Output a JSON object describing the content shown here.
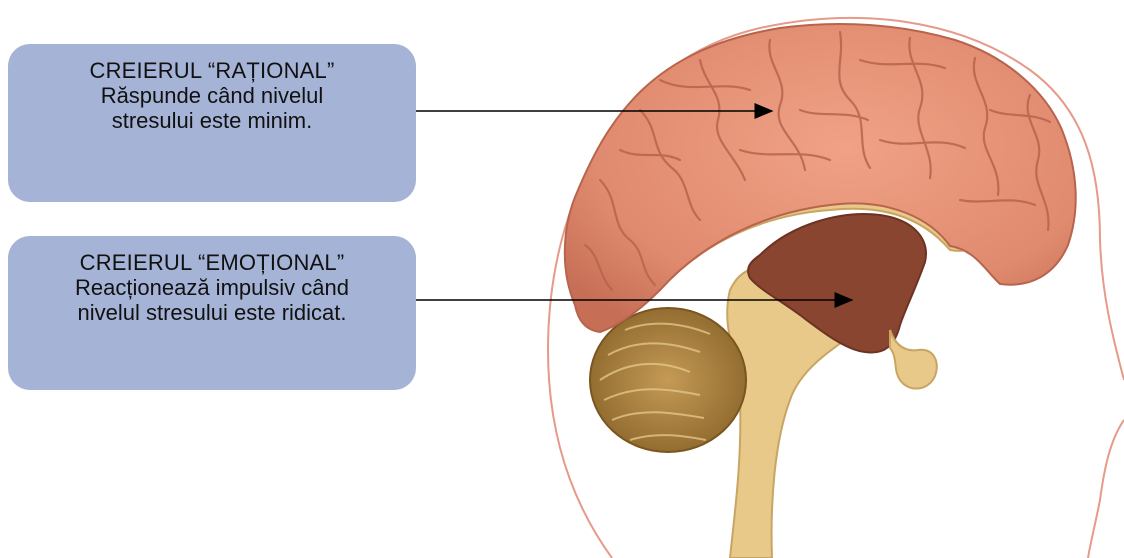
{
  "labels": [
    {
      "title": "CREIERUL “RAȚIONAL”",
      "lines": [
        "Răspunde când nivelul",
        "stresului este  minim."
      ]
    },
    {
      "title": "CREIERUL “EMOȚIONAL”",
      "lines": [
        "Reacționează impulsiv  când",
        "nivelul stresului este ridicat."
      ]
    }
  ],
  "colors": {
    "box_fill": "#a5b4d6",
    "cortex": "#e08a6f",
    "cortex_shadow": "#b8644c",
    "limbic": "#8a4530",
    "brainstem": "#e8c98a",
    "cerebellum": "#a77d3c",
    "head_outline": "#e69a8a",
    "arrow": "#000000"
  }
}
